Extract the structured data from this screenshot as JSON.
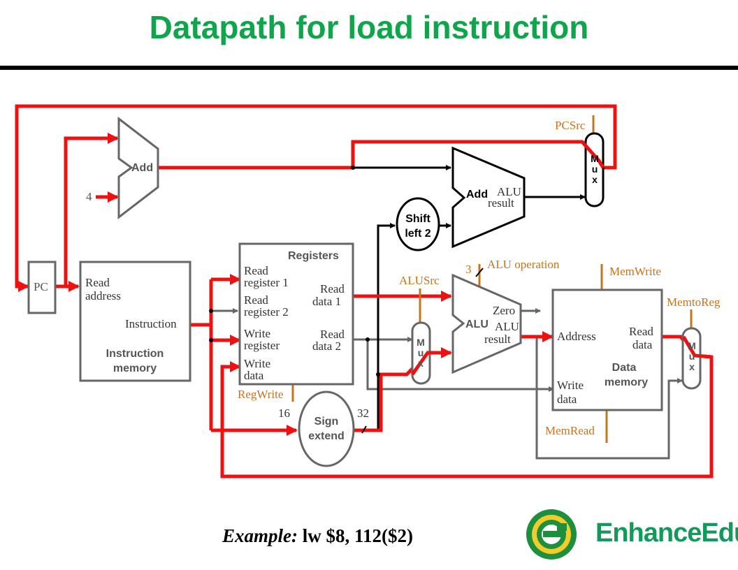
{
  "title": "Datapath for load instruction",
  "blocks": {
    "pc": "PC",
    "add_top": "Add",
    "const_4": "4",
    "add_branch": "Add",
    "alu_result_branch": [
      "ALU",
      "result"
    ],
    "shift_left": [
      "Shift",
      "left 2"
    ],
    "mux": [
      "M",
      "u",
      "x"
    ],
    "instr_mem": {
      "read_address": [
        "Read",
        "address"
      ],
      "instruction": "Instruction",
      "title": [
        "Instruction",
        "memory"
      ]
    },
    "registers": {
      "title": "Registers",
      "read_register_1": [
        "Read",
        "register 1"
      ],
      "read_register_2": [
        "Read",
        "register 2"
      ],
      "write_register": [
        "Write",
        "register"
      ],
      "write_data": [
        "Write",
        "data"
      ],
      "read_data_1": [
        "Read",
        "data 1"
      ],
      "read_data_2": [
        "Read",
        "data 2"
      ]
    },
    "sign_extend": [
      "Sign",
      "extend"
    ],
    "bits_16": "16",
    "bits_32": "32",
    "bits_3": "3",
    "alu": {
      "label": "ALU",
      "zero": "Zero",
      "result": [
        "ALU",
        "result"
      ]
    },
    "data_mem": {
      "address": "Address",
      "read_data": [
        "Read",
        "data"
      ],
      "write_data": [
        "Write",
        "data"
      ],
      "title": [
        "Data",
        "memory"
      ]
    }
  },
  "control_signals": {
    "pcsrc": "PCSrc",
    "alu_operation": "ALU operation",
    "alusrc": "ALUSrc",
    "regwrite": "RegWrite",
    "memwrite": "MemWrite",
    "memread": "MemRead",
    "memtoreg": "MemtoReg"
  },
  "footer": {
    "example_label": "Example:",
    "instruction": " lw $8, 112($2)"
  },
  "logo": {
    "text": "EnhanceEdu"
  },
  "colors": {
    "title": "#0fa64b",
    "active_path": "#ee1111",
    "control": "#c8741a",
    "inactive_wire": "#666666",
    "logo": "#129a5a"
  }
}
